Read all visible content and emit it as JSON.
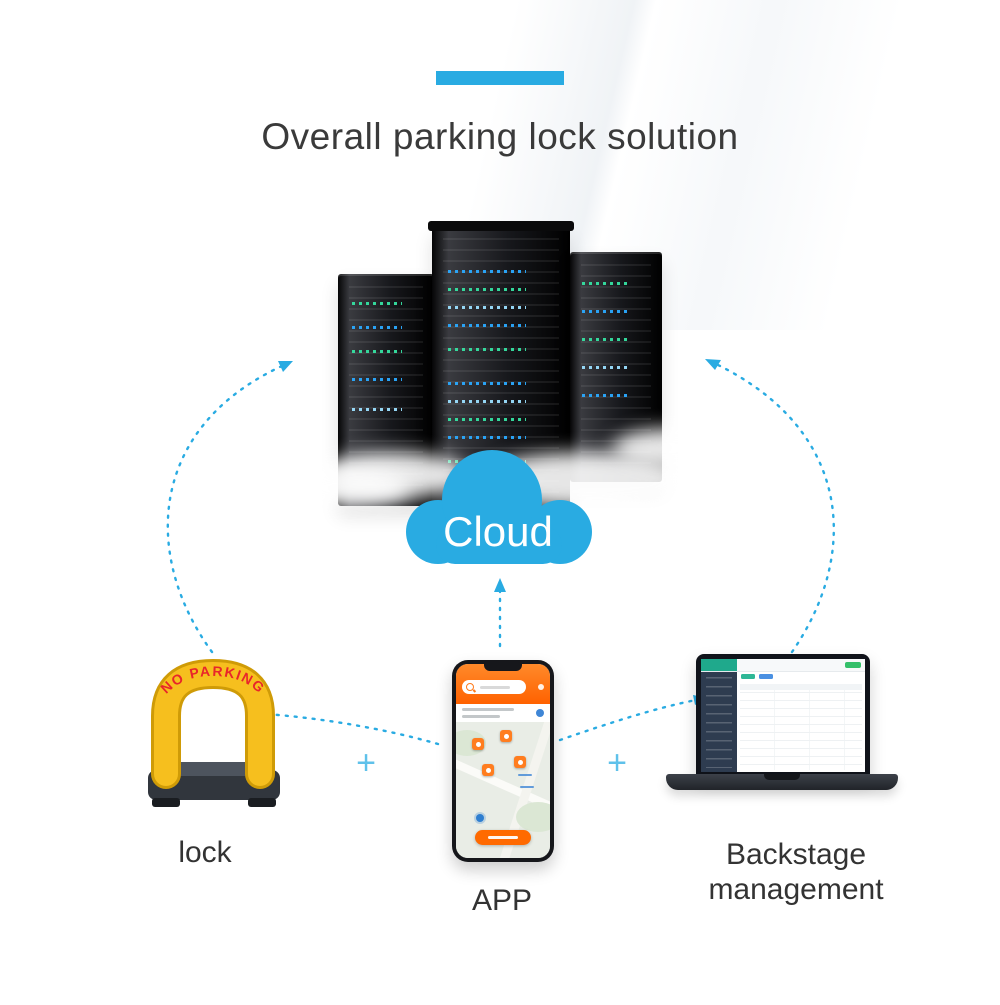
{
  "colors": {
    "accent_blue": "#29abe2",
    "title_gray": "#3a3a3a",
    "lock_yellow": "#f6bf1e",
    "lock_text_red": "#e8262a",
    "app_orange": "#ff6a00",
    "pin_orange": "#ff7d1f",
    "admin_teal": "#1fa98c",
    "server_light_green": "#35e0a1",
    "server_light_blue": "#2aa9ff"
  },
  "header": {
    "title": "Overall parking lock solution"
  },
  "diagram": {
    "cloud_label": "Cloud",
    "plus_sign": "+",
    "nodes": {
      "lock": {
        "label": "lock",
        "device_text": "NO PARKING"
      },
      "app": {
        "label": "APP"
      },
      "backstage": {
        "label_lines": [
          "Backstage",
          "management"
        ]
      }
    }
  }
}
